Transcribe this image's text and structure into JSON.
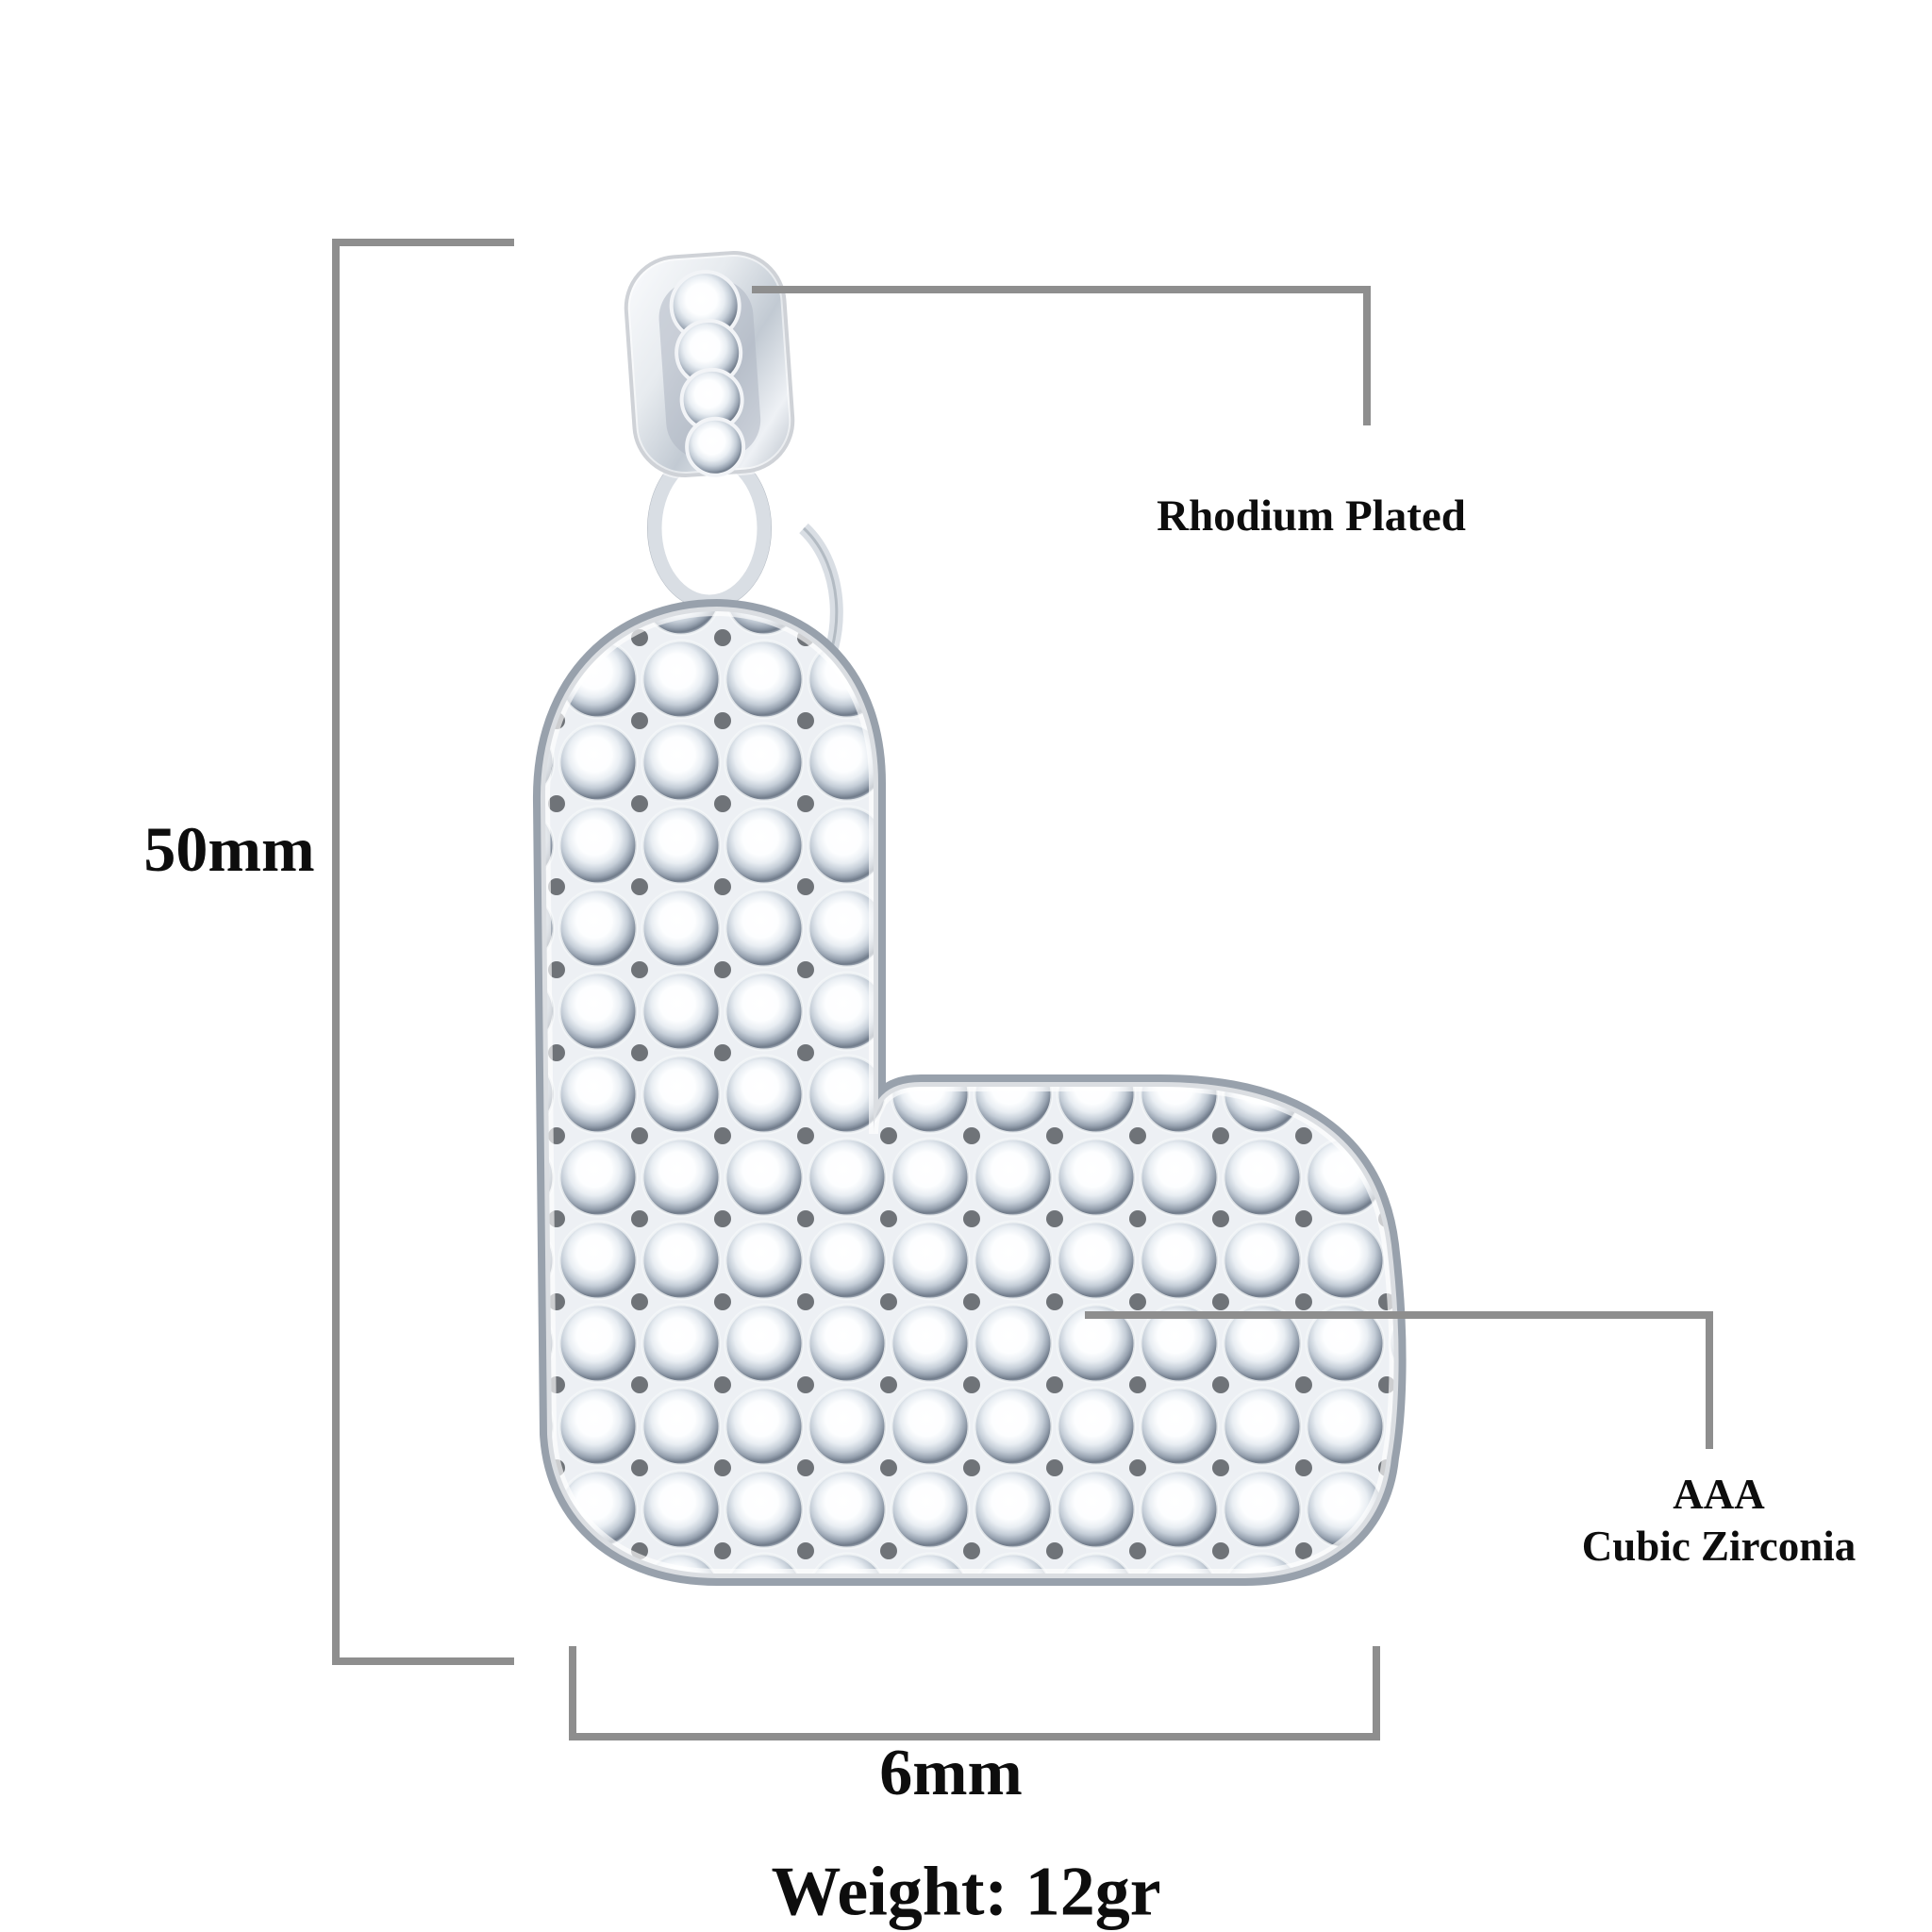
{
  "product": {
    "letter": "L",
    "bail_stone_count": 4,
    "annotations": {
      "height": "50mm",
      "width": "6mm",
      "weight": "Weight: 12gr",
      "plating": "Rhodium Plated",
      "stone_quality_line1": "AAA",
      "stone_quality_line2": "Cubic Zirconia"
    }
  },
  "colors": {
    "background": "#ffffff",
    "dimension_line": "#8e8e8e",
    "label_text": "#0d0d0d"
  }
}
